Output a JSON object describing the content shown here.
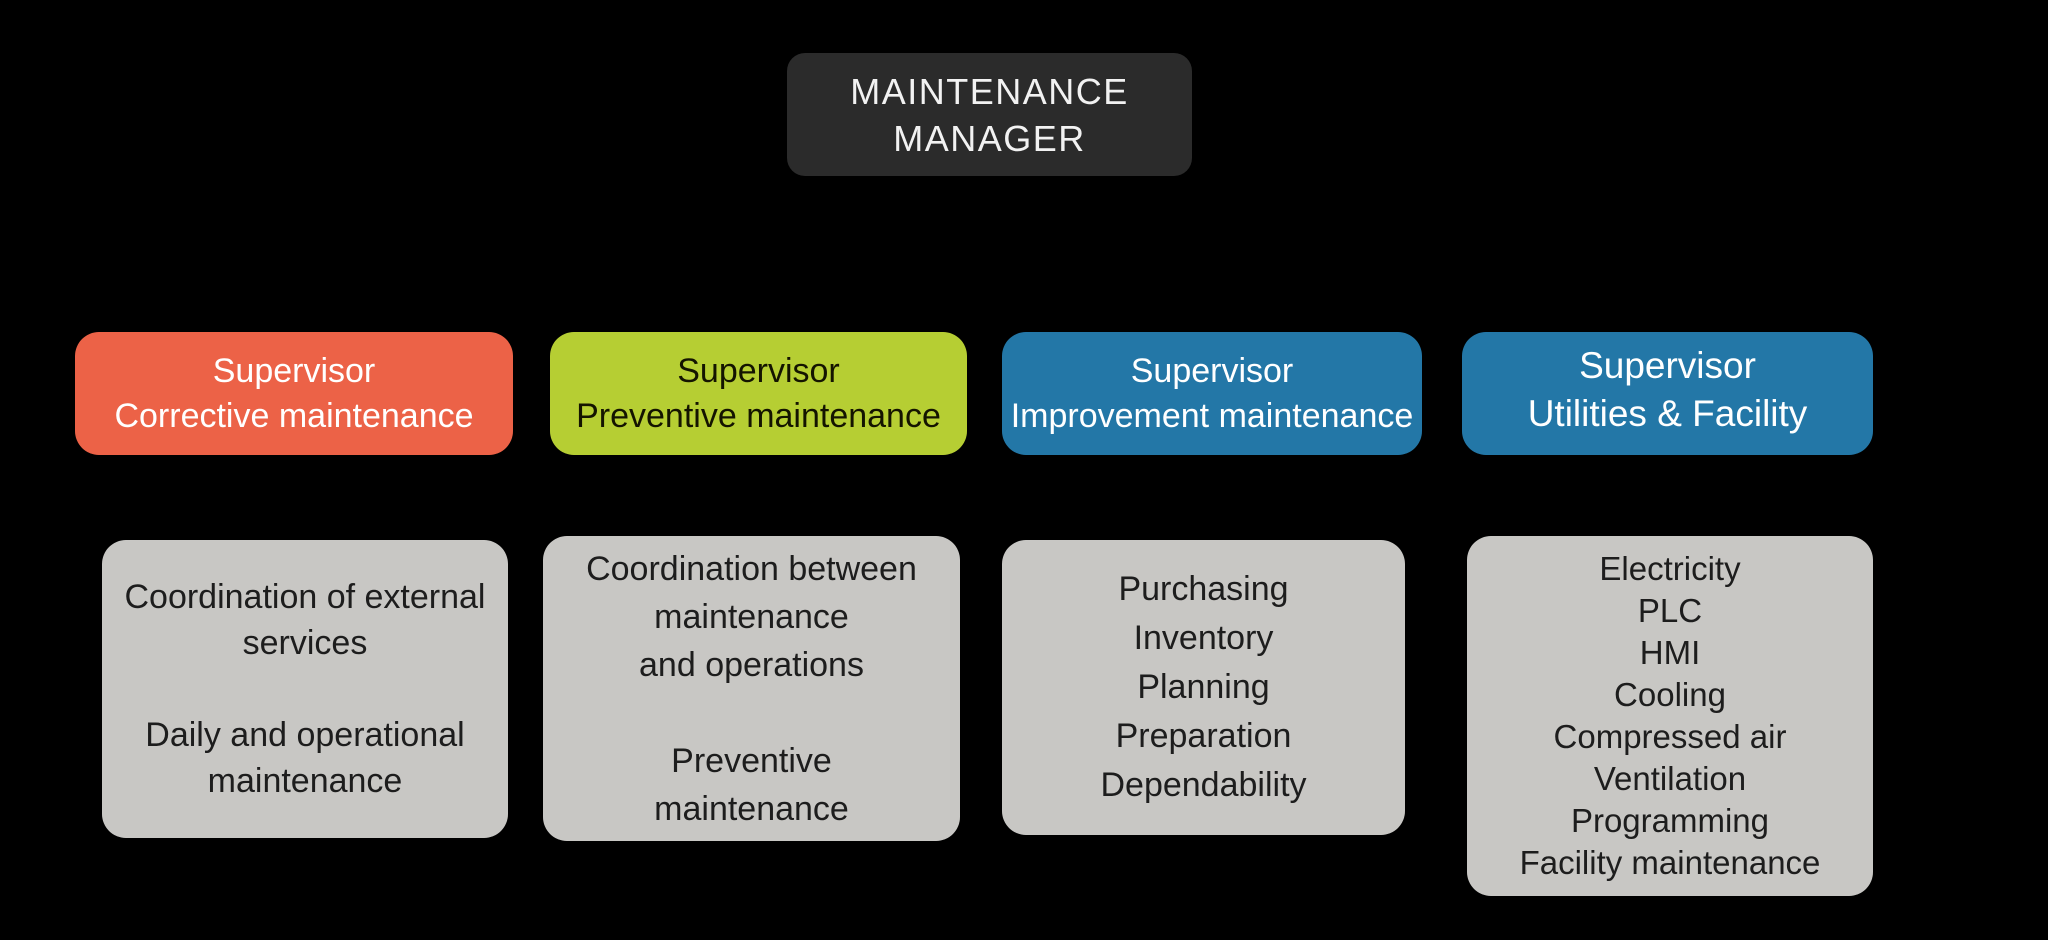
{
  "diagram": {
    "background": "#000000",
    "manager": {
      "lines": [
        "MAINTENANCE",
        "MANAGER"
      ],
      "bg": "#2b2b2b",
      "fg": "#f2f2f2"
    },
    "supervisors": [
      {
        "lines": [
          "Supervisor",
          "Corrective maintenance"
        ],
        "bg": "#ec6247",
        "fg": "#ffffff"
      },
      {
        "lines": [
          "Supervisor",
          "Preventive maintenance"
        ],
        "bg": "#b6ce33",
        "fg": "#141400"
      },
      {
        "lines": [
          "Supervisor",
          "Improvement maintenance"
        ],
        "bg": "#2377a7",
        "fg": "#ffffff"
      },
      {
        "lines": [
          "Supervisor",
          "Utilities & Facility"
        ],
        "bg": "#2377a7",
        "fg": "#ffffff"
      }
    ],
    "responsibilities": [
      {
        "lines": [
          "Coordination of external",
          "services",
          "",
          "Daily and operational",
          "maintenance"
        ],
        "bg": "#c8c7c4",
        "fg": "#1d1d1d"
      },
      {
        "lines": [
          "Coordination between",
          "maintenance",
          "and operations",
          "",
          "Preventive",
          "maintenance"
        ],
        "bg": "#c8c7c4",
        "fg": "#1d1d1d"
      },
      {
        "lines": [
          "Purchasing",
          "Inventory",
          "Planning",
          "Preparation",
          "Dependability"
        ],
        "bg": "#c8c7c4",
        "fg": "#1d1d1d"
      },
      {
        "lines": [
          "Electricity",
          "PLC",
          "HMI",
          "Cooling",
          "Compressed air",
          "Ventilation",
          "Programming",
          "Facility maintenance"
        ],
        "bg": "#c8c7c4",
        "fg": "#1d1d1d"
      }
    ]
  }
}
